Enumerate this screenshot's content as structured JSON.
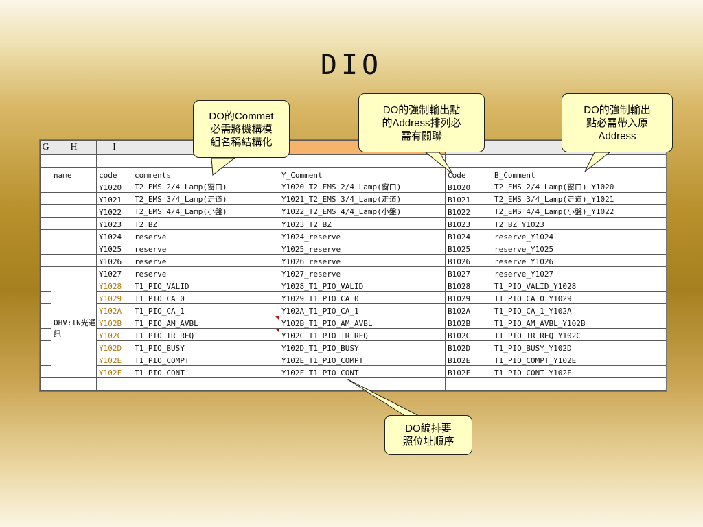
{
  "title": "DIO",
  "sheet": {
    "columns": [
      "G",
      "H",
      "I",
      "",
      "",
      "",
      ""
    ],
    "header_row": [
      "",
      "name",
      "code",
      "comments",
      "Y_Comment",
      "Code",
      "B_Comment"
    ],
    "group_label": "OHV:IN光通訊",
    "rows": [
      {
        "code": "Y1020",
        "comment": "T2_EMS 2/4_Lamp(窗口)",
        "y_comment": "Y1020_T2_EMS 2/4_Lamp(窗口)",
        "b_code": "B1020",
        "b_comment": "T2_EMS 2/4_Lamp(窗口)_Y1020"
      },
      {
        "code": "Y1021",
        "comment": "T2_EMS 3/4_Lamp(走道)",
        "y_comment": "Y1021_T2_EMS 3/4_Lamp(走道)",
        "b_code": "B1021",
        "b_comment": "T2_EMS 3/4_Lamp(走道)_Y1021"
      },
      {
        "code": "Y1022",
        "comment": "T2_EMS 4/4_Lamp(小盤)",
        "y_comment": "Y1022_T2_EMS 4/4_Lamp(小盤)",
        "b_code": "B1022",
        "b_comment": "T2_EMS 4/4_Lamp(小盤)_Y1022"
      },
      {
        "code": "Y1023",
        "comment": "T2_BZ",
        "y_comment": "Y1023_T2_BZ",
        "b_code": "B1023",
        "b_comment": "T2_BZ_Y1023"
      },
      {
        "code": "Y1024",
        "comment": "reserve",
        "y_comment": "Y1024_reserve",
        "b_code": "B1024",
        "b_comment": "reserve_Y1024"
      },
      {
        "code": "Y1025",
        "comment": "reserve",
        "y_comment": "Y1025_reserve",
        "b_code": "B1025",
        "b_comment": "reserve_Y1025"
      },
      {
        "code": "Y1026",
        "comment": "reserve",
        "y_comment": "Y1026_reserve",
        "b_code": "B1026",
        "b_comment": "reserve_Y1026"
      },
      {
        "code": "Y1027",
        "comment": "reserve",
        "y_comment": "Y1027_reserve",
        "b_code": "B1027",
        "b_comment": "reserve_Y1027"
      },
      {
        "code": "Y1028",
        "comment": "T1_PIO_VALID",
        "y_comment": "Y1028_T1_PIO_VALID",
        "b_code": "B1028",
        "b_comment": "T1_PIO_VALID_Y1028"
      },
      {
        "code": "Y1029",
        "comment": "T1_PIO_CA_0",
        "y_comment": "Y1029_T1_PIO_CA_0",
        "b_code": "B1029",
        "b_comment": "T1_PIO_CA_0_Y1029"
      },
      {
        "code": "Y102A",
        "comment": "T1_PIO_CA_1",
        "y_comment": "Y102A_T1_PIO_CA_1",
        "b_code": "B102A",
        "b_comment": "T1_PIO_CA_1_Y102A"
      },
      {
        "code": "Y102B",
        "comment": "T1_PIO_AM_AVBL",
        "y_comment": "Y102B_T1_PIO_AM_AVBL",
        "b_code": "B102B",
        "b_comment": "T1_PIO_AM_AVBL_Y102B"
      },
      {
        "code": "Y102C",
        "comment": "T1_PIO_TR_REQ",
        "y_comment": "Y102C_T1_PIO_TR_REQ",
        "b_code": "B102C",
        "b_comment": "T1_PIO_TR_REQ_Y102C"
      },
      {
        "code": "Y102D",
        "comment": "T1_PIO_BUSY",
        "y_comment": "Y102D_T1_PIO_BUSY",
        "b_code": "B102D",
        "b_comment": "T1_PIO_BUSY_Y102D"
      },
      {
        "code": "Y102E",
        "comment": "T1_PIO_COMPT",
        "y_comment": "Y102E_T1_PIO_COMPT",
        "b_code": "B102E",
        "b_comment": "T1_PIO_COMPT_Y102E"
      },
      {
        "code": "Y102F",
        "comment": "T1_PIO_CONT",
        "y_comment": "Y102F_T1_PIO_CONT",
        "b_code": "B102F",
        "b_comment": "T1_PIO_CONT_Y102F"
      }
    ]
  },
  "callouts": {
    "comment": [
      "DO的Commet",
      "必需將機構模",
      "組名稱結構化"
    ],
    "address_order": [
      "DO的強制輸出點",
      "的Address排列必",
      "需有關聯"
    ],
    "with_address": [
      "DO的強制輸出",
      "點必需帶入原",
      "Address"
    ],
    "sequence": [
      "DO編排要",
      "照位址順序"
    ]
  },
  "colors": {
    "callout_fill": "#ffffc4",
    "selected_column": "#f5b36b",
    "code_highlight": "#b07a10",
    "comment_marker": "#c01010"
  }
}
